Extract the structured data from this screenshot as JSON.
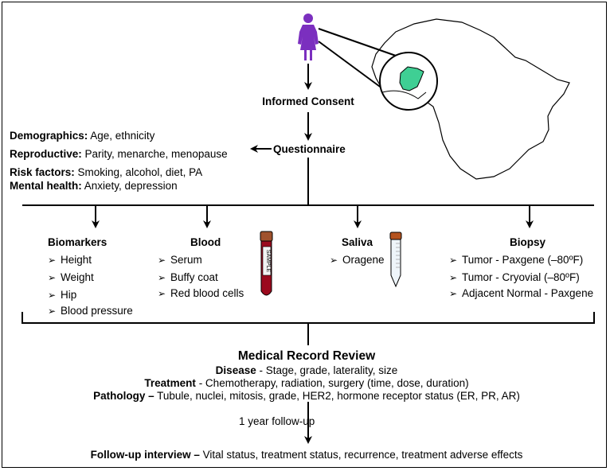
{
  "consent": "Informed Consent",
  "questionnaire": "Questionnaire",
  "questionnaire_items": [
    {
      "label": "Demographics:",
      "text": " Age, ethnicity"
    },
    {
      "label": "Reproductive:",
      "text": " Parity, menarche, menopause"
    },
    {
      "label": "Risk factors:",
      "text": " Smoking, alcohol, diet, PA"
    },
    {
      "label": "Mental health:",
      "text": " Anxiety, depression"
    }
  ],
  "bullet": "➢",
  "biomarkers": {
    "title": "Biomarkers",
    "items": [
      "Height",
      "Weight",
      "Hip",
      "Blood pressure"
    ]
  },
  "blood": {
    "title": "Blood",
    "items": [
      "Serum",
      "Buffy coat",
      "Red blood cells"
    ],
    "tube_label": "SAMPLE"
  },
  "saliva": {
    "title": "Saliva",
    "items": [
      "Oragene"
    ]
  },
  "biopsy": {
    "title": "Biopsy",
    "items": [
      "Tumor - Paxgene (–80ºF)",
      "Tumor - Cryovial (–80ºF)",
      "Adjacent Normal - Paxgene"
    ]
  },
  "review": {
    "title": "Medical Record Review",
    "lines": [
      {
        "label": "Disease",
        "text": " - Stage, grade, laterality, size"
      },
      {
        "label": "Treatment",
        "text": " - Chemotherapy, radiation, surgery (time, dose, duration)"
      },
      {
        "label": "Pathology –",
        "text": " Tubule, nuclei, mitosis, grade, HER2, hormone receptor status (ER, PR, AR)"
      }
    ]
  },
  "followup_interval": "1 year follow-up",
  "followup": {
    "label": "Follow-up interview –",
    "text": " Vital status, treatment status, recurrence, treatment adverse effects"
  },
  "colors": {
    "person": "#7b2fbf",
    "country": "#3fcf94",
    "blood": "#9b0a1e",
    "tube_cap": "#a0522d",
    "saliva_cap": "#b5531f",
    "continent": "#ffffff"
  },
  "icons": [
    "woman-icon",
    "africa-map-icon",
    "nigeria-icon",
    "blood-tube-icon",
    "saliva-tube-icon"
  ]
}
